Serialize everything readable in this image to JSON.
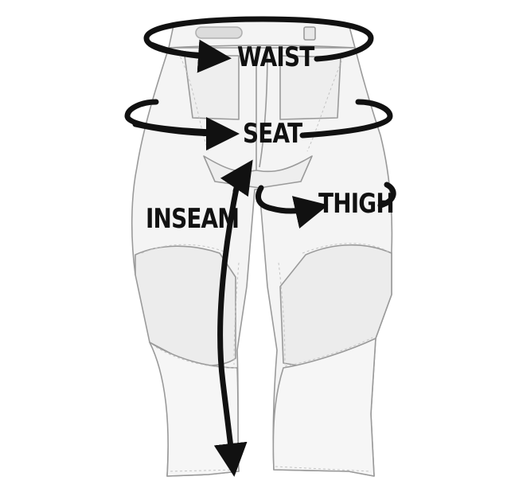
{
  "labels": {
    "waist": "WAIST",
    "seat": "SEAT",
    "thigh": "THIGH",
    "inseam": "INSEAM"
  },
  "colors": {
    "background": "#ffffff",
    "garment_fill": "#f4f4f4",
    "garment_outline": "#9a9a9a",
    "stitch": "#c4c4c4",
    "arrow": "#111111",
    "label": "#111111"
  },
  "icons": [
    "pants-illustration",
    "waist-arrow",
    "seat-arrow",
    "thigh-arrow",
    "inseam-arrow"
  ]
}
